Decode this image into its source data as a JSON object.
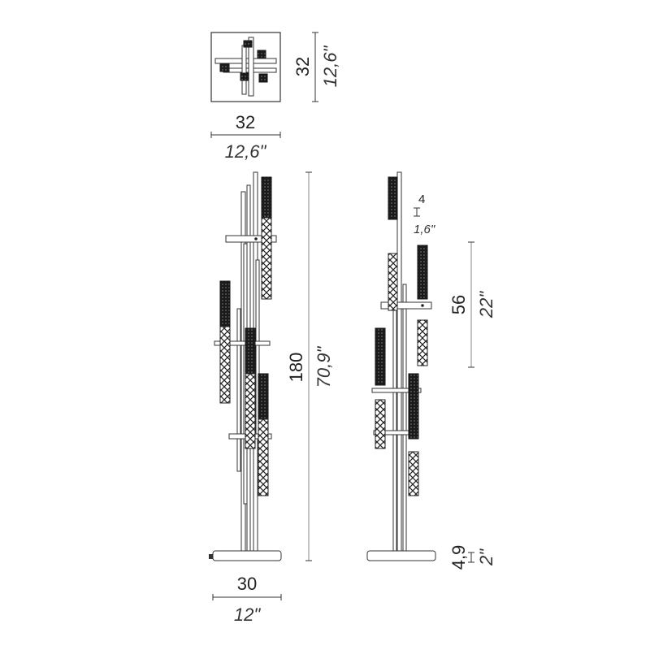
{
  "top_view": {
    "width_label_mm": "32",
    "width_label_in": "12,6\"",
    "height_label_mm": "32",
    "height_label_in": "12,6\""
  },
  "front_view": {
    "height_label_mm": "180",
    "height_label_in": "70,9\"",
    "base_label_mm": "30",
    "base_label_in": "12\""
  },
  "side_view": {
    "shade_label_mm": "4",
    "shade_label_in": "1,6\"",
    "arm_label_mm": "56",
    "arm_label_in": "22\"",
    "base_label_mm": "4,9",
    "base_label_in": "2\""
  }
}
